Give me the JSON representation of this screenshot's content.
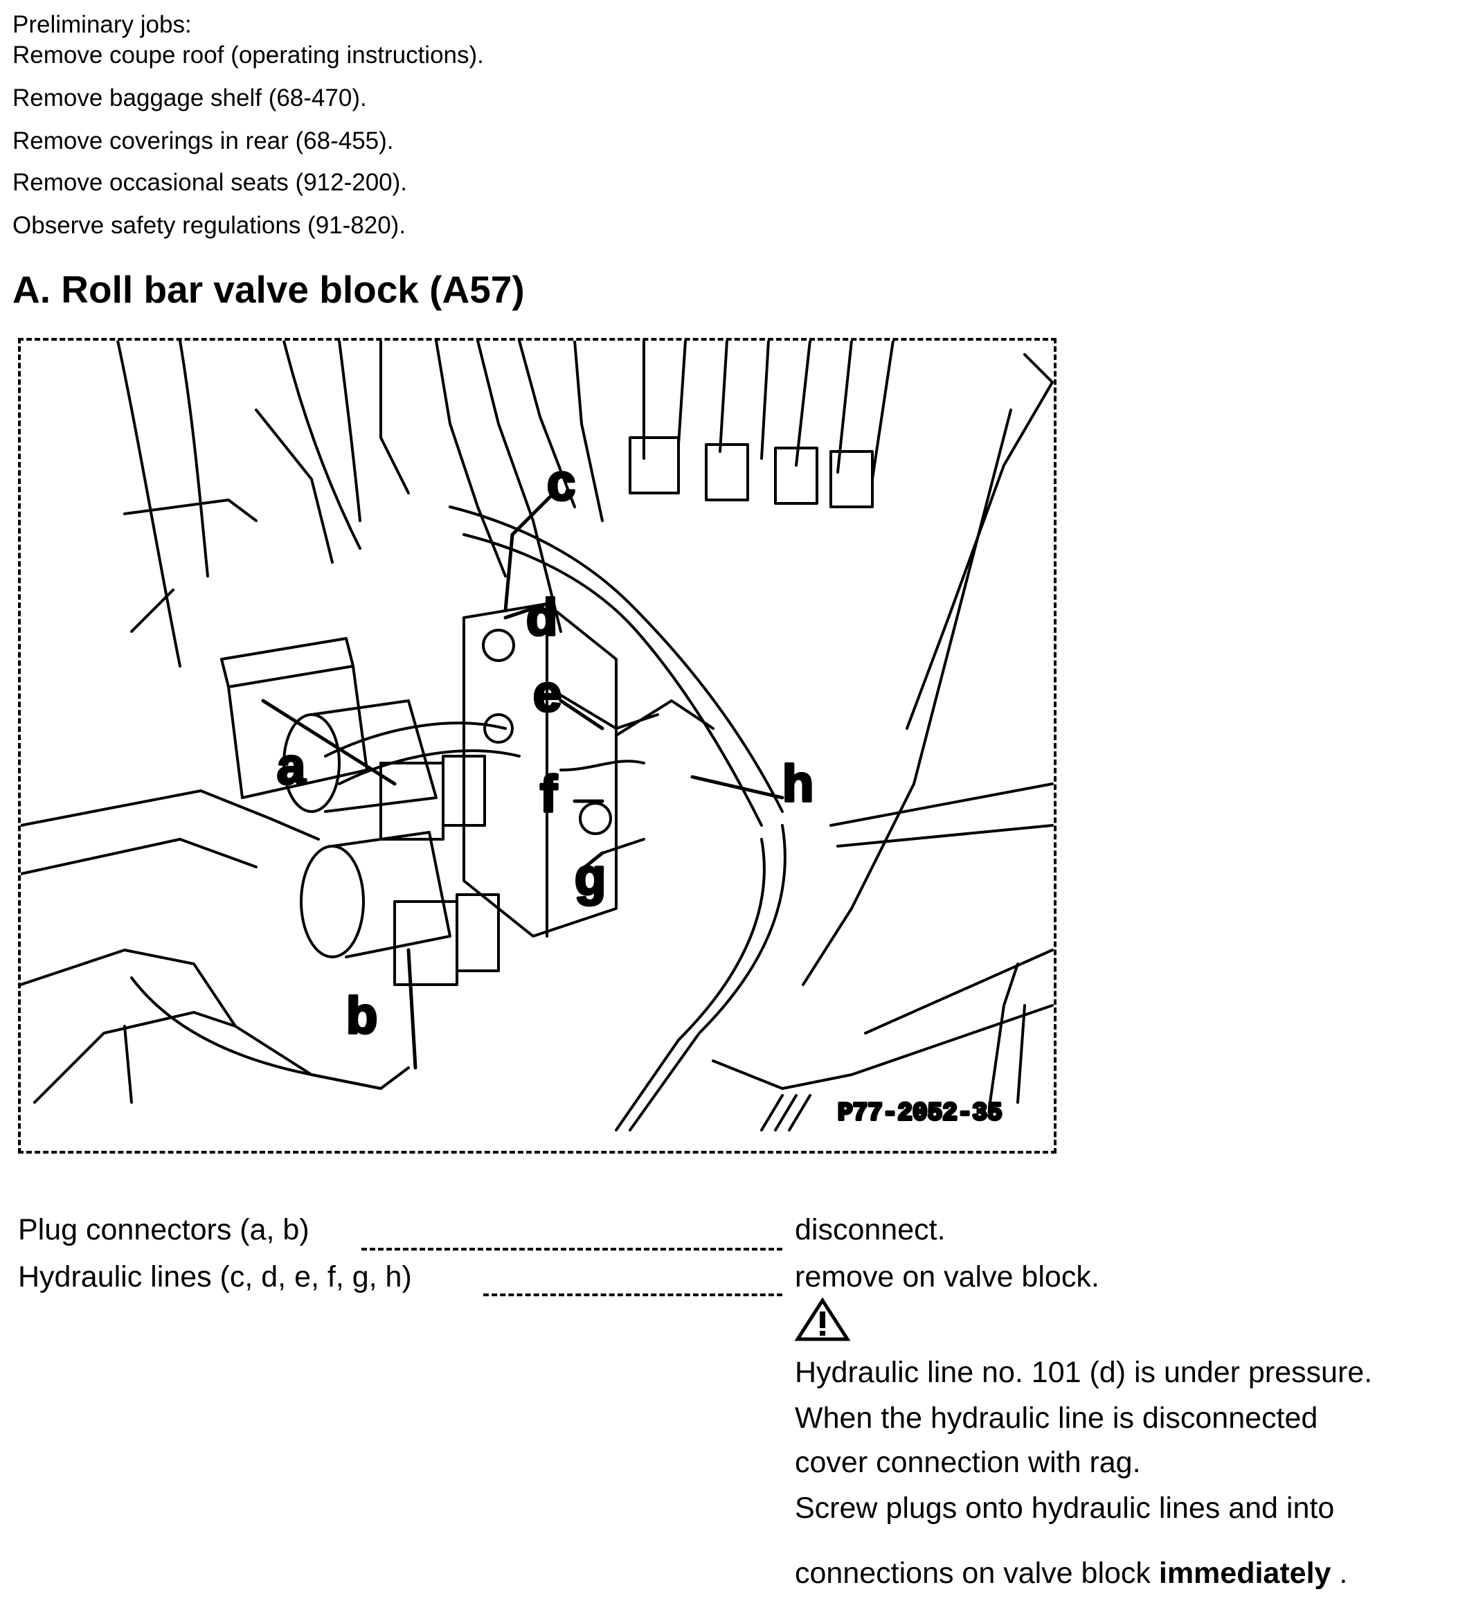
{
  "preliminary": {
    "title": "Preliminary jobs:",
    "items": [
      "Remove coupe roof (operating instructions).",
      "Remove baggage shelf (68-470).",
      "Remove coverings in rear (68-455).",
      "Remove occasional seats (912-200).",
      "Observe safety regulations (91-820)."
    ]
  },
  "section": {
    "heading": "A. Roll bar valve block (A57)"
  },
  "figure": {
    "code": "P77-2052-35",
    "labels": [
      "a",
      "b",
      "c",
      "d",
      "e",
      "f",
      "g",
      "h"
    ]
  },
  "steps": [
    {
      "item": "Plug connectors (a, b)",
      "action": "disconnect."
    },
    {
      "item": "Hydraulic lines (c, d, e, f, g, h)",
      "action": "remove on valve block."
    }
  ],
  "warning": {
    "icon": "warning-triangle-icon",
    "lines": [
      "Hydraulic line no. 101 (d) is under pressure.",
      "When the hydraulic line is disconnected",
      "cover connection with rag.",
      "Screw plugs onto hydraulic lines and into"
    ],
    "last_line_prefix": "connections on valve block ",
    "last_line_emphasis": "immediately",
    "last_line_suffix": " ."
  }
}
